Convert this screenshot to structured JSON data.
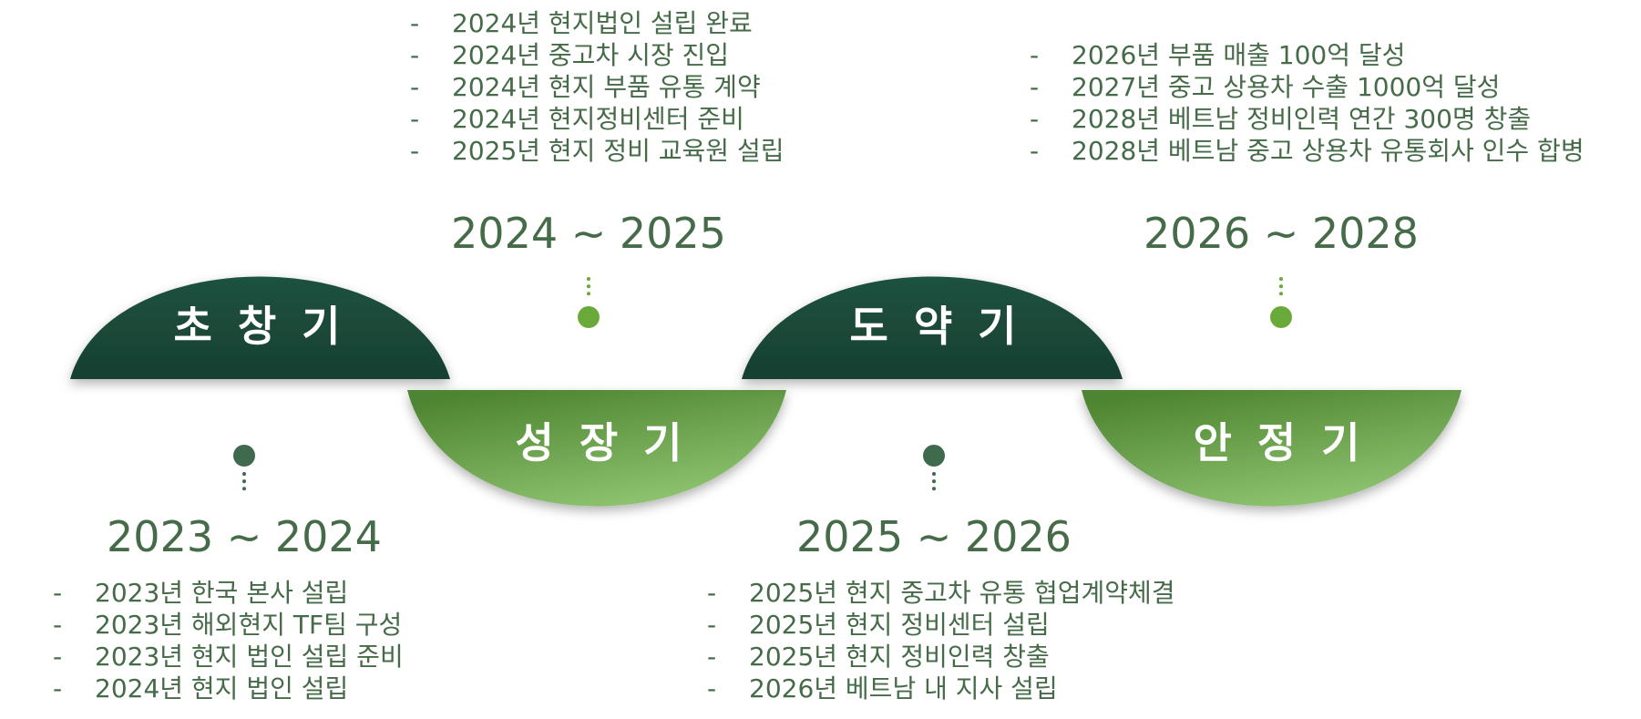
{
  "colors": {
    "dark_green": "#1d4d3a",
    "light_green": "#7ab253",
    "text_green": "#466b48",
    "dot_bright": "#6aaa3b",
    "dot_dark": "#3f6a4d"
  },
  "bullet": "-",
  "stages": [
    {
      "label": "초 창 기",
      "years": "2023 ~ 2024",
      "items": [
        "2023년 한국 본사 설립",
        "2023년 해외현지 TF팀 구성",
        "2023년 현지 법인 설립 준비",
        "2024년 현지 법인 설립"
      ]
    },
    {
      "label": "성 장 기",
      "years": "2024 ~ 2025",
      "items": [
        "2024년 현지법인 설립 완료",
        "2024년 중고차 시장 진입",
        "2024년 현지 부품 유통 계약",
        "2024년 현지정비센터 준비",
        "2025년 현지 정비 교육원 설립"
      ]
    },
    {
      "label": "도 약 기",
      "years": "2025 ~ 2026",
      "items": [
        "2025년 현지 중고차 유통 협업계약체결",
        "2025년 현지 정비센터 설립",
        "2025년 현지 정비인력 창출",
        "2026년 베트남 내 지사 설립"
      ]
    },
    {
      "label": "안 정 기",
      "years": "2026 ~ 2028",
      "items": [
        "2026년 부품 매출 100억 달성",
        "2027년 중고 상용차 수출 1000억 달성",
        "2028년 베트남 정비인력 연간 300명 창출",
        "2028년 베트남 중고 상용차 유통회사 인수 합병"
      ]
    }
  ]
}
